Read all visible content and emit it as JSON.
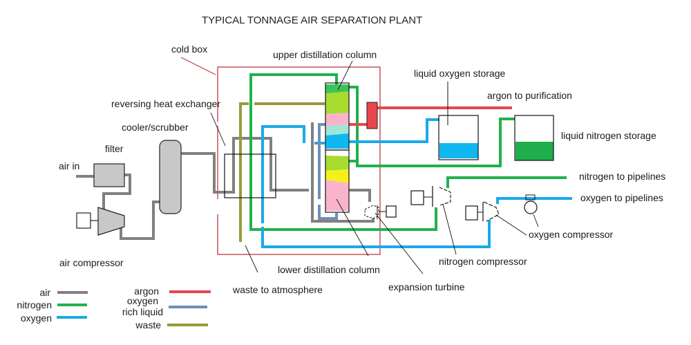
{
  "title": "TYPICAL TONNAGE AIR SEPARATION PLANT",
  "colors": {
    "air": "#808080",
    "nitrogen": "#22b14c",
    "oxygen": "#1ba9e8",
    "argon": "#e8454f",
    "oxygen_rich_liquid": "#6f8fb5",
    "waste": "#9a9a3a",
    "cold_box": "#c0383f",
    "column_green": "#a8dc30",
    "column_pink": "#f9b4cc",
    "column_cyan": "#a0e6d8",
    "column_yellow": "#f6f01a",
    "tank_oxygen": "#11b8f0",
    "tank_nitrogen": "#1fae4c",
    "equipment_gray": "#c8c8c8"
  },
  "labels": {
    "cold_box": "cold box",
    "upper_column": "upper distillation column",
    "reversing_hx": "reversing heat exchanger",
    "cooler_scrubber": "cooler/scrubber",
    "filter": "filter",
    "air_in": "air in",
    "air_compressor": "air compressor",
    "liquid_oxygen_storage": "liquid oxygen storage",
    "argon_to_purification": "argon to purification",
    "liquid_nitrogen_storage": "liquid nitrogen storage",
    "nitrogen_to_pipelines": "nitrogen to pipelines",
    "oxygen_to_pipelines": "oxygen to pipelines",
    "oxygen_compressor": "oxygen compressor",
    "nitrogen_compressor": "nitrogen compressor",
    "lower_column": "lower distillation column",
    "expansion_turbine": "expansion turbine",
    "waste_to_atmosphere": "waste to atmosphere"
  },
  "legend": {
    "left": [
      {
        "label": "air",
        "color_key": "air"
      },
      {
        "label": "nitrogen",
        "color_key": "nitrogen"
      },
      {
        "label": "oxygen",
        "color_key": "oxygen"
      }
    ],
    "right": [
      {
        "label": "argon",
        "color_key": "argon"
      },
      {
        "label_line1": "oxygen",
        "label_line2": "rich liquid",
        "color_key": "oxygen_rich_liquid"
      },
      {
        "label": "waste",
        "color_key": "waste"
      }
    ]
  }
}
